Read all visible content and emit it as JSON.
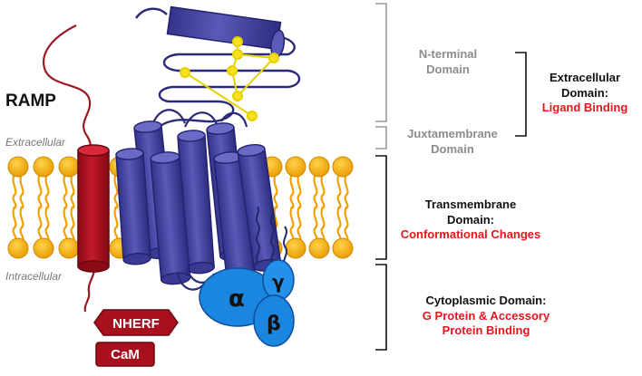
{
  "molecule_labels": {
    "ramp": "RAMP",
    "extracellular": "Extracellular",
    "intracellular": "Intracellular",
    "alpha": "α",
    "gamma": "γ",
    "beta": "β",
    "nherf": "NHERF",
    "cam": "CaM"
  },
  "domains": {
    "n_terminal": {
      "line1": "N-terminal",
      "line2": "Domain"
    },
    "juxtamembrane": {
      "line1": "Juxtamembrane",
      "line2": "Domain"
    },
    "extracellular": {
      "line1": "Extracellular",
      "line2": "Domain:",
      "function": "Ligand Binding"
    },
    "transmembrane": {
      "line1": "Transmembrane",
      "line2": "Domain:",
      "function": "Conformational Changes"
    },
    "cytoplasmic": {
      "line1": "Cytoplasmic Domain:",
      "function1": "G Protein & Accessory",
      "function2": "Protein Binding"
    }
  },
  "colors": {
    "receptor": "#4a4aa8",
    "receptor_dark": "#2f2f86",
    "ramp": "#b0101e",
    "lipid_head": "#f5a800",
    "lipid_tail": "#f0a000",
    "g_protein": "#1a86e0",
    "nherf": "#a8101e",
    "disulfide": "#f2e000",
    "gray_text": "#8c8c8c",
    "red_text": "#e8141b"
  }
}
